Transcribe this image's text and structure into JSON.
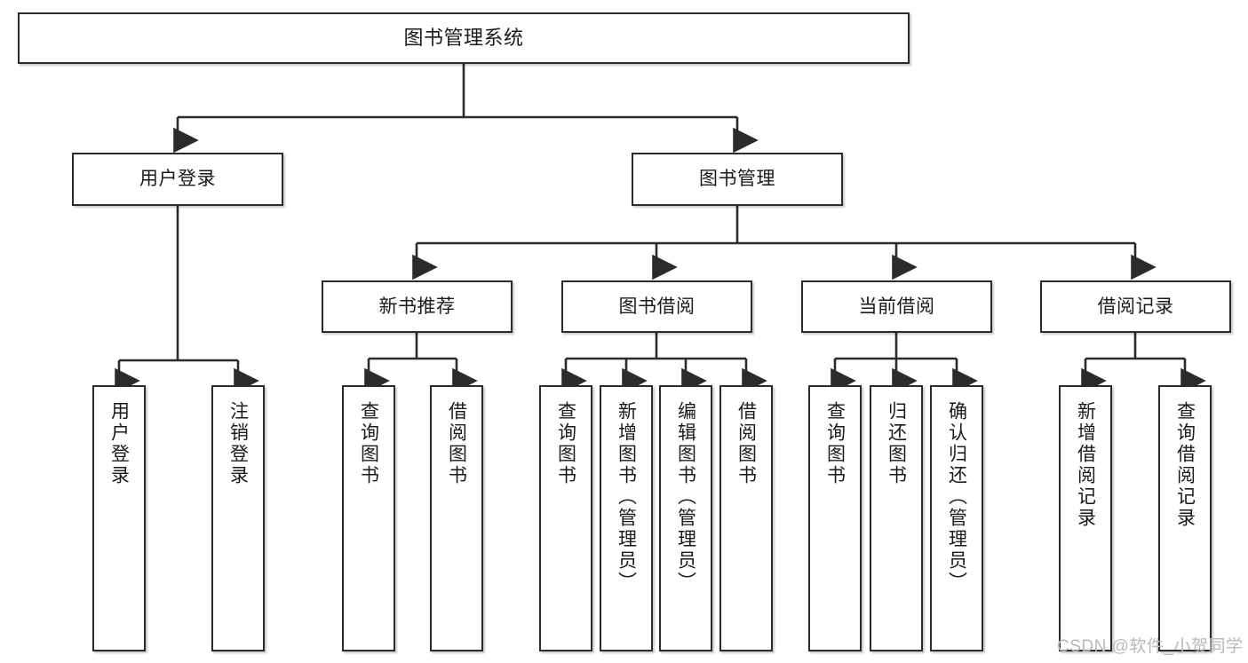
{
  "diagram": {
    "type": "tree-hierarchy-chart",
    "title": "图书管理系统",
    "colors": {
      "box_border": "#2b2b2b",
      "box_fill": "#ffffff",
      "connector": "#2b2b2b",
      "text": "#1a1a1a",
      "watermark": "#b9b9b9",
      "background": "#ffffff"
    },
    "levels": {
      "level1": [
        "图书管理系统"
      ],
      "level2": [
        "用户登录",
        "图书管理"
      ],
      "level3": [
        "新书推荐",
        "图书借阅",
        "当前借阅",
        "借阅记录"
      ],
      "level4": [
        "用户登录",
        "注销登录",
        "查询图书",
        "借阅图书",
        "查询图书",
        "新增图书（管理员）",
        "编辑图书（管理员）",
        "借阅图书",
        "查询图书",
        "归还图书",
        "确认归还（管理员）",
        "新增借阅记录",
        "查询借阅记录"
      ]
    }
  },
  "nodes": {
    "root": {
      "label": "图书管理系统"
    },
    "user_login": {
      "label": "用户登录"
    },
    "book_mgmt": {
      "label": "图书管理"
    },
    "new_book_rec": {
      "label": "新书推荐"
    },
    "book_borrow": {
      "label": "图书借阅"
    },
    "current_borrow": {
      "label": "当前借阅"
    },
    "borrow_record": {
      "label": "借阅记录"
    },
    "leaf_user_login": {
      "label": "用户登录"
    },
    "leaf_logout": {
      "label": "注销登录"
    },
    "leaf_query_book_1": {
      "label": "查询图书"
    },
    "leaf_borrow_book_1": {
      "label": "借阅图书"
    },
    "leaf_query_book_2": {
      "label": "查询图书"
    },
    "leaf_add_book": {
      "label": "新增图书（管理员）"
    },
    "leaf_edit_book": {
      "label": "编辑图书（管理员）"
    },
    "leaf_borrow_book_2": {
      "label": "借阅图书"
    },
    "leaf_query_book_3": {
      "label": "查询图书"
    },
    "leaf_return_book": {
      "label": "归还图书"
    },
    "leaf_confirm_return": {
      "label": "确认归还（管理员）"
    },
    "leaf_add_record": {
      "label": "新增借阅记录"
    },
    "leaf_query_record": {
      "label": "查询借阅记录"
    }
  },
  "watermark": {
    "text": "CSDN @软件_小贺同学"
  }
}
